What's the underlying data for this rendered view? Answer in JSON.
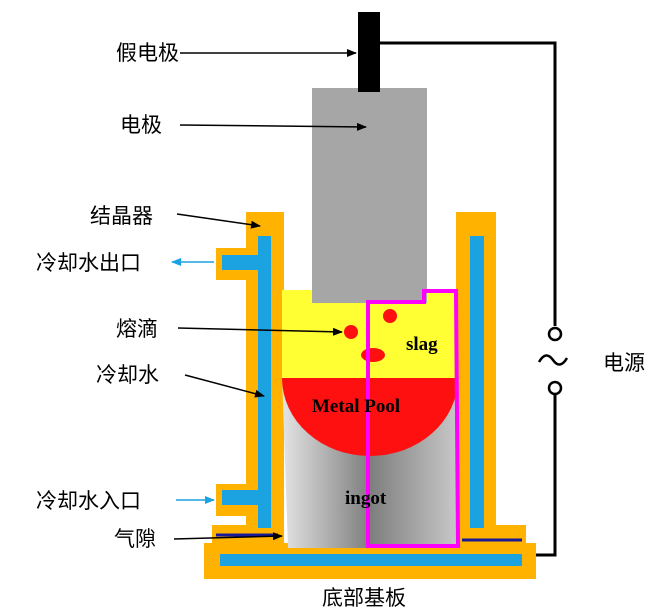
{
  "labels": {
    "dummy_electrode": "假电极",
    "electrode": "电极",
    "mold": "结晶器",
    "cooling_water_outlet": "冷却水出口",
    "droplet": "熔滴",
    "cooling_water": "冷却水",
    "cooling_water_inlet": "冷却水入口",
    "air_gap": "气隙",
    "base_plate": "底部基板",
    "power_supply": "电源",
    "slag": "slag",
    "metal_pool": "Metal Pool",
    "ingot": "ingot"
  },
  "colors": {
    "mold_wall": "#FFB200",
    "cooling_channel": "#1AA3E0",
    "electrode": "#A6A6A6",
    "slag": "#FFFF33",
    "metal_pool": "#FF1010",
    "ingot_light": "#E2E2E2",
    "ingot_dark": "#8A8A8A",
    "highlight_box": "#FF00FF",
    "dummy_electrode": "#000000",
    "wire": "#000000",
    "air_gap_line": "#1A1A99",
    "arrow_blue": "#1AA3E0"
  },
  "icons": {
    "power_symbol": "ac-sine-icon"
  }
}
